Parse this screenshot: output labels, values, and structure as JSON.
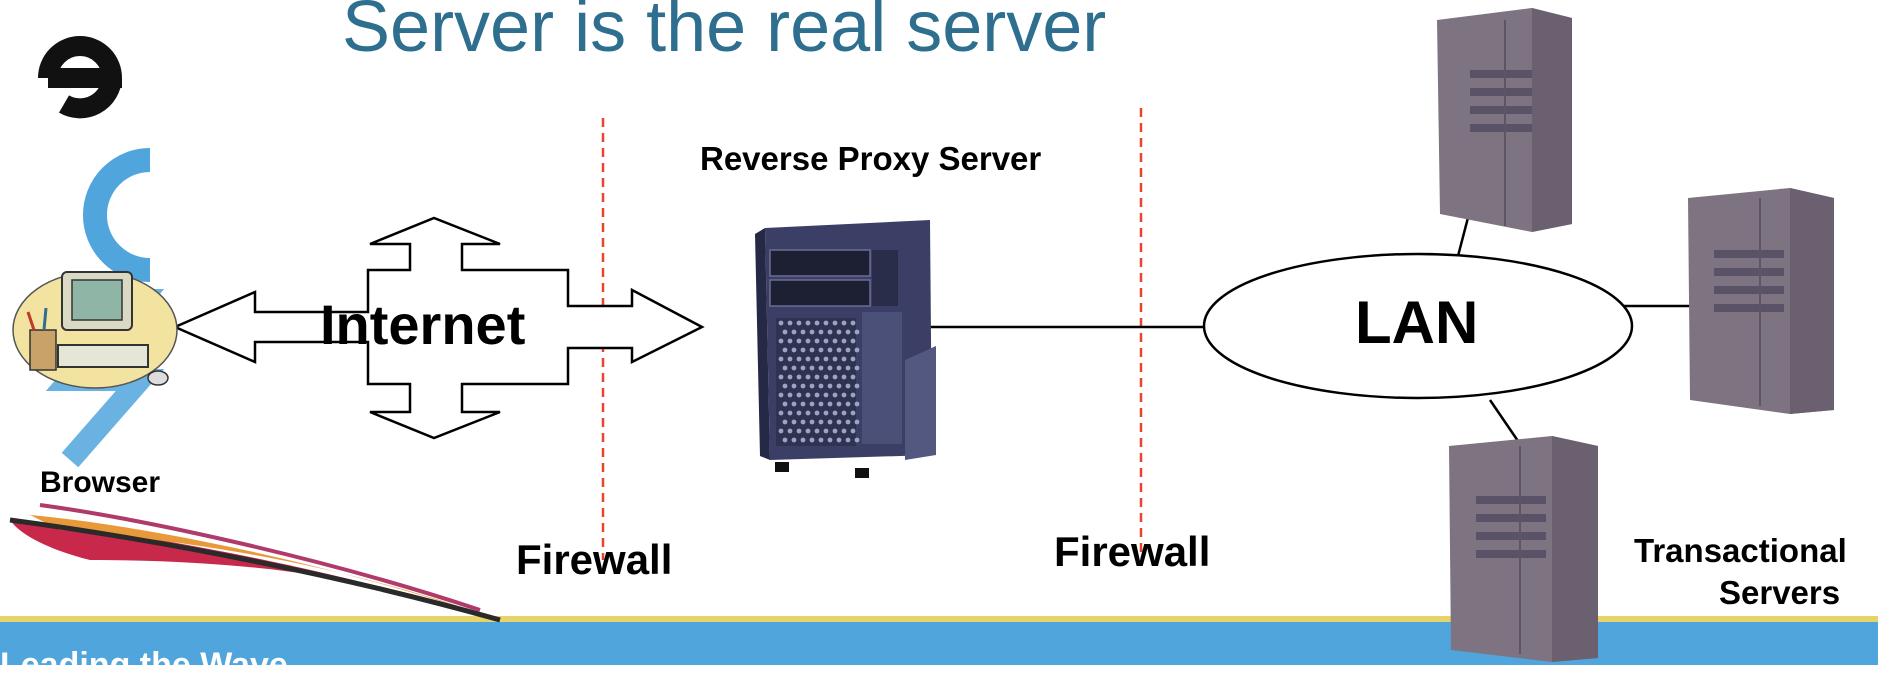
{
  "title": "Server is the real server",
  "labels": {
    "proxy": "Reverse Proxy Server",
    "internet": "Internet",
    "lan": "LAN",
    "browser": "Browser",
    "firewall_left": "Firewall",
    "firewall_right": "Firewall",
    "transactional_line1": "Transactional",
    "transactional_line2": "Servers"
  },
  "footer": {
    "text": "Leading the Wave"
  },
  "colors": {
    "title": "#2e6e8e",
    "firewall_line": "#e8452c",
    "banner": "#4fa5dc",
    "server_body": "#7e7380"
  }
}
